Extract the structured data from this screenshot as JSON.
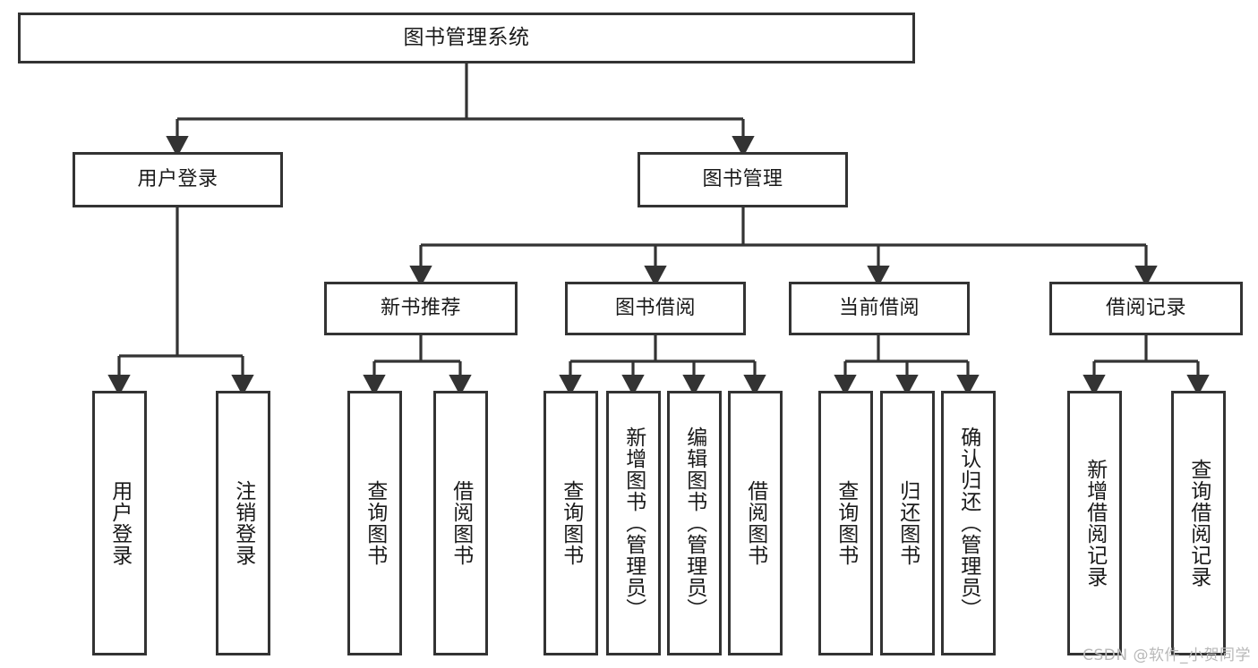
{
  "diagram": {
    "title": "图书管理系统",
    "type": "hierarchy-tree",
    "root": {
      "label": "图书管理系统"
    },
    "level2": [
      {
        "label": "用户登录"
      },
      {
        "label": "图书管理"
      }
    ],
    "level3": [
      {
        "label": "新书推荐"
      },
      {
        "label": "图书借阅"
      },
      {
        "label": "当前借阅"
      },
      {
        "label": "借阅记录"
      }
    ],
    "leaves": {
      "user_login": [
        {
          "label": "用户登录"
        },
        {
          "label": "注销登录"
        }
      ],
      "new_book_recommend": [
        {
          "label": "查询图书"
        },
        {
          "label": "借阅图书"
        }
      ],
      "book_borrow": [
        {
          "label": "查询图书"
        },
        {
          "label": "新增图书（管理员）"
        },
        {
          "label": "编辑图书（管理员）"
        },
        {
          "label": "借阅图书"
        }
      ],
      "current_borrow": [
        {
          "label": "查询图书"
        },
        {
          "label": "归还图书"
        },
        {
          "label": "确认归还（管理员）"
        }
      ],
      "borrow_record": [
        {
          "label": "新增借阅记录"
        },
        {
          "label": "查询借阅记录"
        }
      ]
    }
  },
  "watermark": {
    "text": "CSDN @软件_小贺同学"
  },
  "colors": {
    "border": "#333333",
    "background": "#ffffff",
    "text": "#1a1a1a",
    "watermark": "#b8b8b8"
  }
}
